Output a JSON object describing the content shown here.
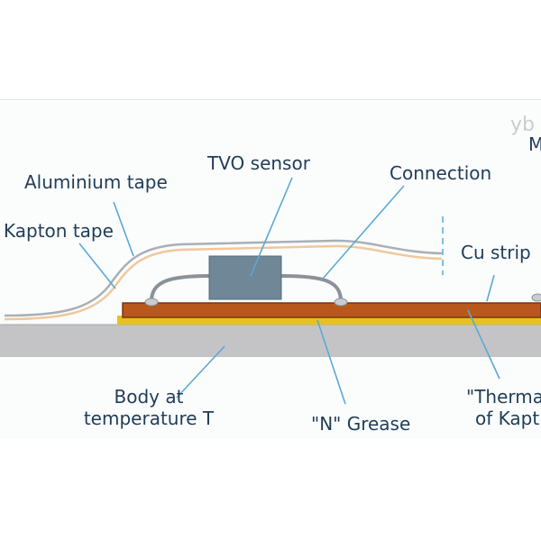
{
  "labels": {
    "aluminium_tape": "Aluminium tape",
    "tvo_sensor": "TVO sensor",
    "connection": "Connection",
    "kapton_tape": "Kapton tape",
    "cu_strip": "Cu strip",
    "body_line1": "Body at",
    "body_line2": "temperature T",
    "grease": "\"N\" Grease",
    "thermal_line1": "\"Therma",
    "thermal_line2": "of Kapt",
    "top_right_cut": "M"
  },
  "watermark": "yb",
  "colors": {
    "label_text": "#1f3d57",
    "leader_line": "#5aa9d6",
    "body_fill": "#c4c4c7",
    "cu_strip_fill": "#b8581a",
    "cu_strip_edge": "#7a3510",
    "grease_fill": "#e6c21a",
    "sensor_fill": "#6f8797",
    "aluminium_tape": "#a9afb5",
    "kapton_tape": "#f0c89a",
    "wire": "#8a9298"
  }
}
